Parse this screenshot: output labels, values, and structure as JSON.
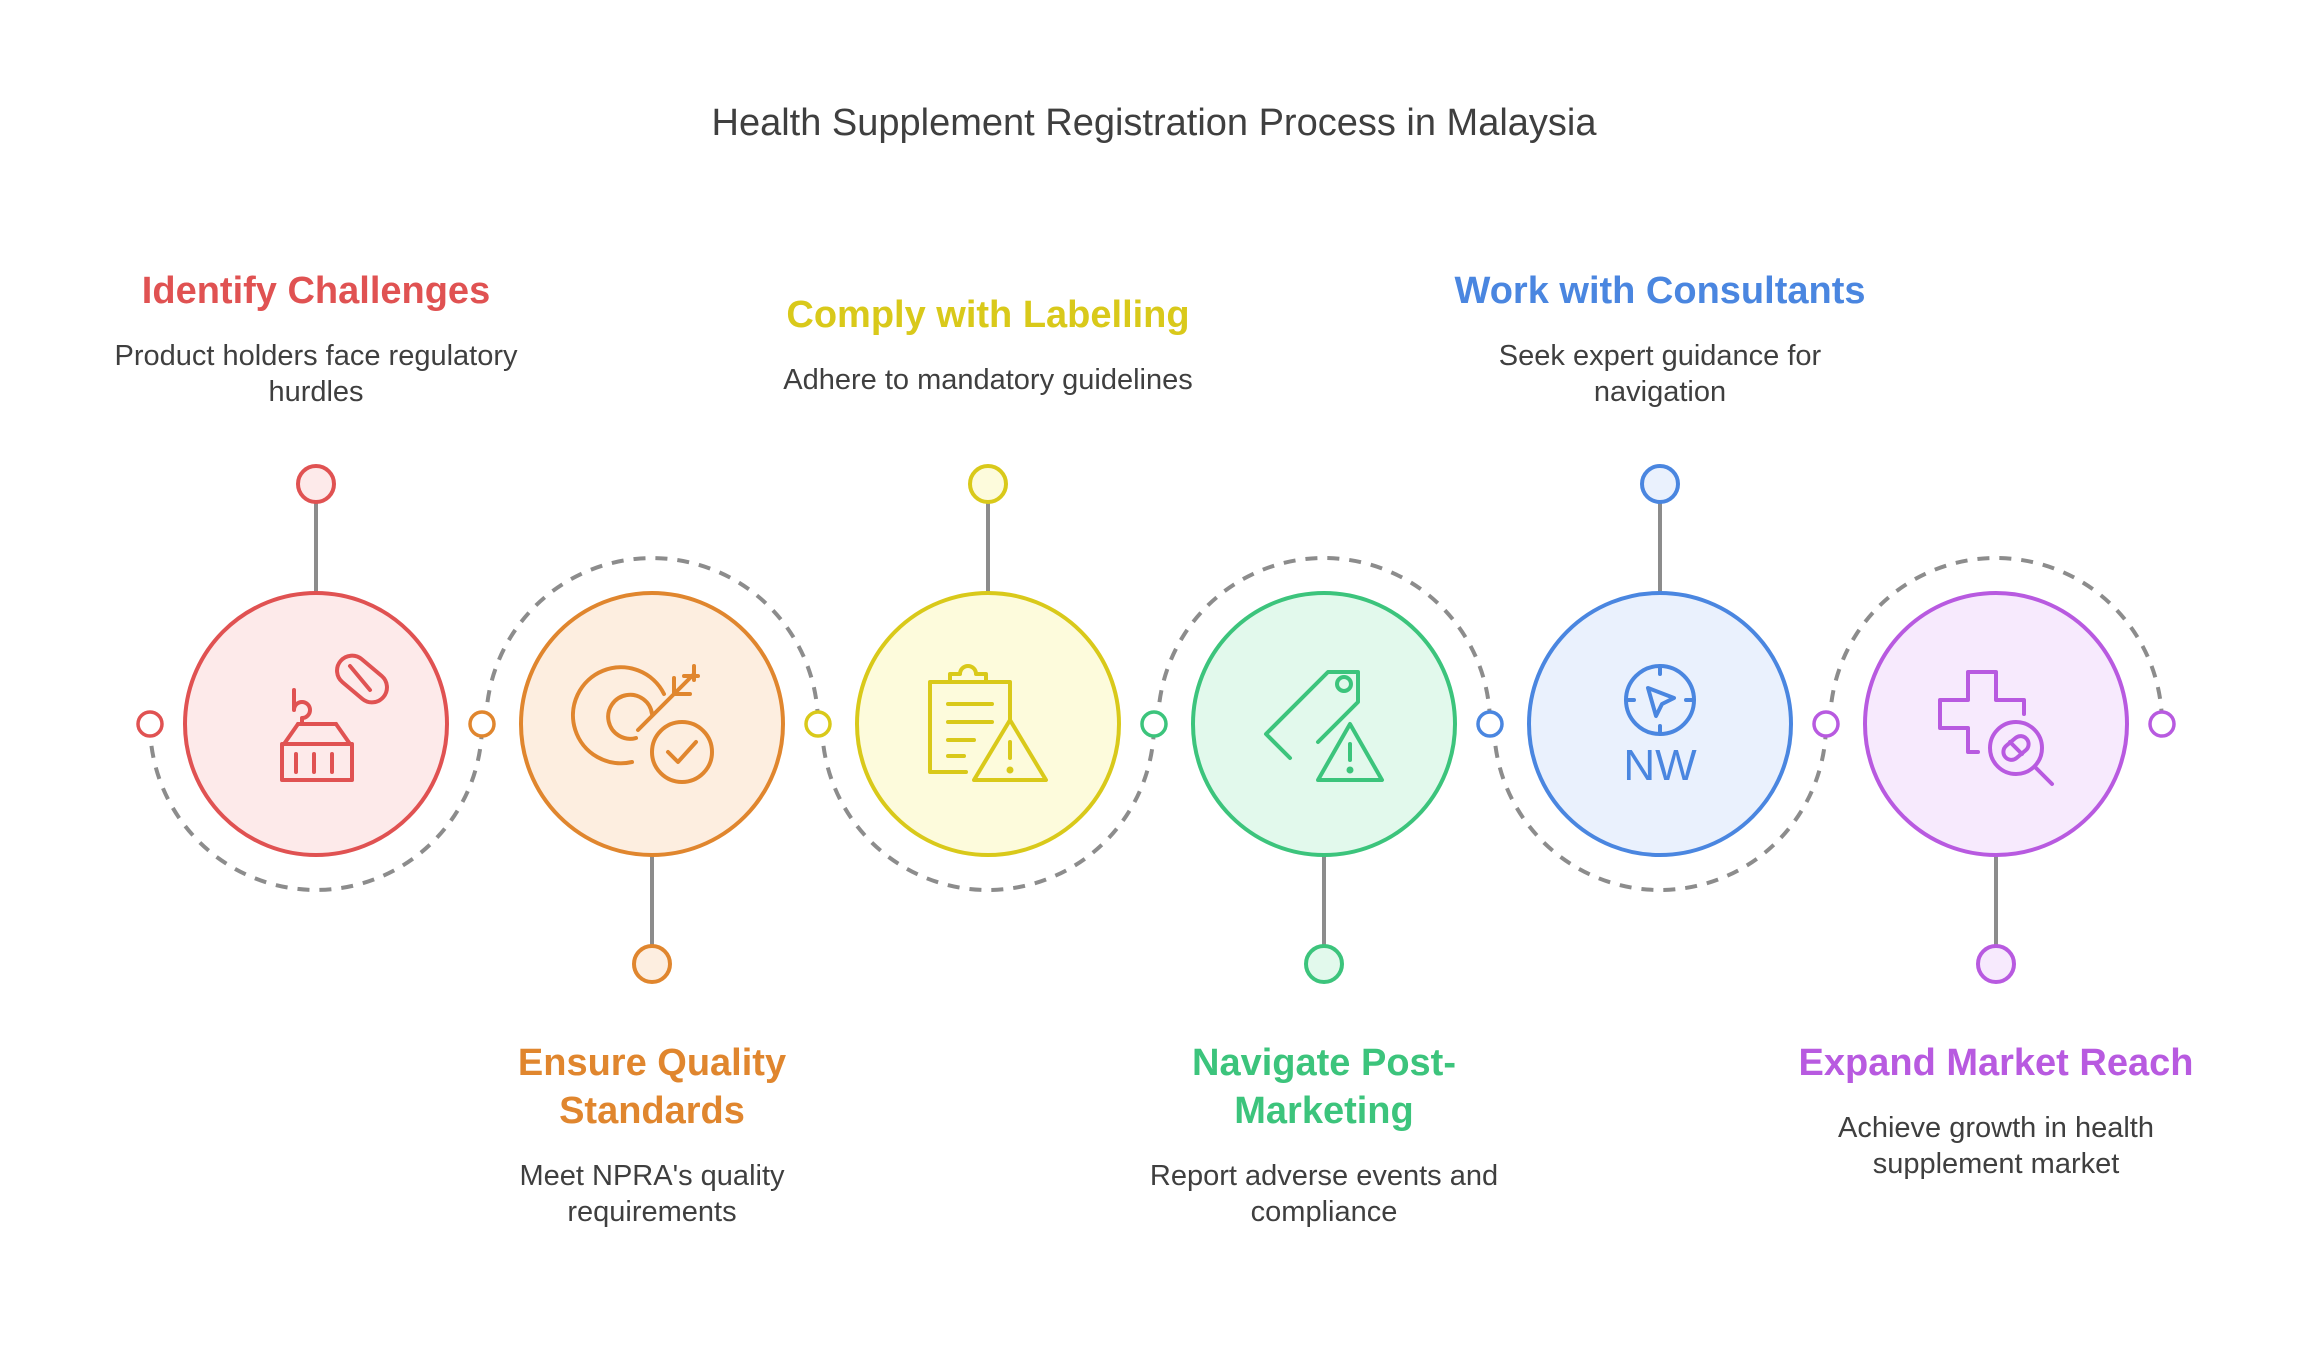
{
  "title": "Health Supplement Registration Process in Malaysia",
  "steps": [
    {
      "title_lines": [
        "Identify Challenges"
      ],
      "desc_lines": [
        "Product holders face regulatory",
        "hurdles"
      ],
      "icon": "medicine-basket-icon",
      "color": "#e05252",
      "fill": "#fdeaea",
      "position": "top"
    },
    {
      "title_lines": [
        "Ensure Quality",
        "Standards"
      ],
      "desc_lines": [
        "Meet NPRA's quality",
        "requirements"
      ],
      "icon": "target-check-icon",
      "color": "#e0862e",
      "fill": "#fdeee0",
      "position": "bottom"
    },
    {
      "title_lines": [
        "Comply with Labelling"
      ],
      "desc_lines": [
        "Adhere to mandatory guidelines"
      ],
      "icon": "clipboard-warning-icon",
      "color": "#d9c91a",
      "fill": "#fdfbdc",
      "position": "top"
    },
    {
      "title_lines": [
        "Navigate Post-",
        "Marketing"
      ],
      "desc_lines": [
        "Report adverse events and",
        "compliance"
      ],
      "icon": "tag-warning-icon",
      "color": "#3cc47c",
      "fill": "#e2f9ec",
      "position": "bottom"
    },
    {
      "title_lines": [
        "Work with Consultants"
      ],
      "desc_lines": [
        "Seek expert guidance for",
        "navigation"
      ],
      "icon": "compass-icon",
      "icon_text": "NW",
      "color": "#4a86e0",
      "fill": "#eaf1fd",
      "position": "top"
    },
    {
      "title_lines": [
        "Expand Market Reach"
      ],
      "desc_lines": [
        "Achieve growth in health",
        "supplement market"
      ],
      "icon": "health-search-icon",
      "color": "#b85ae0",
      "fill": "#f7eafd",
      "position": "bottom"
    }
  ]
}
